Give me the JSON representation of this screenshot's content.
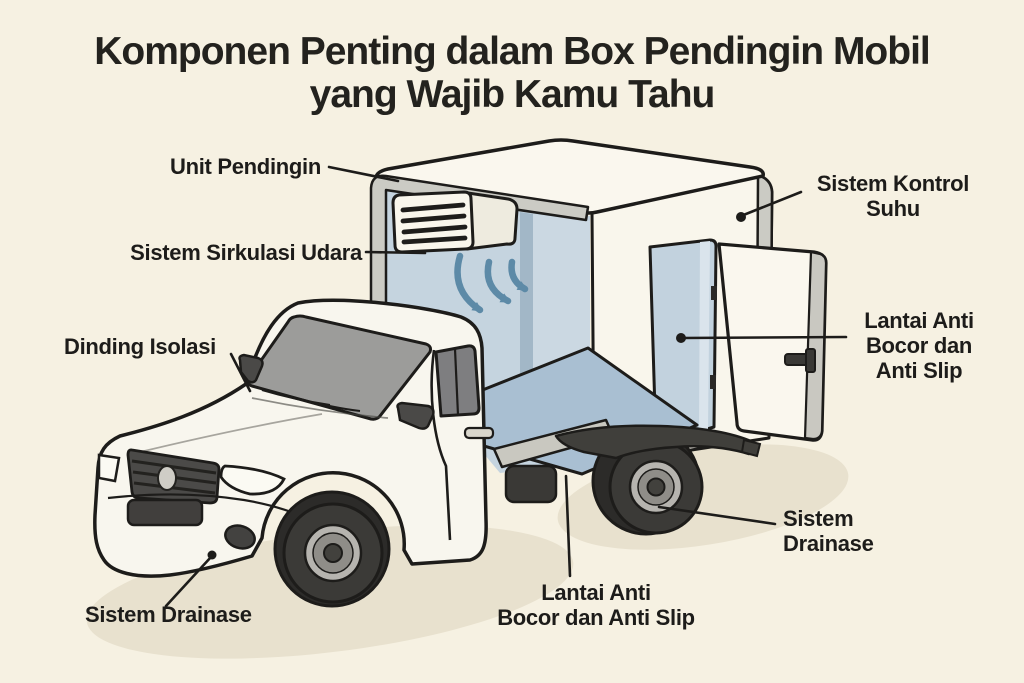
{
  "title": {
    "line1": "Komponen Penting dalam Box Pendingin Mobil",
    "line2": "yang Wajib Kamu Tahu"
  },
  "labels": {
    "unit_pendingin": {
      "lines": [
        "Unit Pendingin"
      ]
    },
    "sistem_sirkulasi_udara": {
      "lines": [
        "Sistem Sirkulasi Udara"
      ]
    },
    "dinding_isolasi": {
      "lines": [
        "Dinding Isolasi"
      ]
    },
    "sistem_kontrol_suhu": {
      "lines": [
        "Sistem Kontrol",
        "Suhu"
      ]
    },
    "lantai_anti_right": {
      "lines": [
        "Lantai Anti",
        "Bocor dan",
        "Anti Slip"
      ]
    },
    "sistem_drainase_right": {
      "lines": [
        "Sistem",
        "Drainase"
      ]
    },
    "lantai_anti_bottom": {
      "lines": [
        "Lantai Anti",
        "Bocor dan Anti Slip"
      ]
    },
    "sistem_drainase_bottom": {
      "lines": [
        "Sistem Drainase"
      ]
    }
  },
  "illustration": {
    "subject": "refrigerated-box-pickup-truck",
    "icons": [
      "cooling-unit-icon",
      "airflow-arrows-icon",
      "open-door-icon",
      "door-handle-icon",
      "wheel-icon",
      "leader-line-dot"
    ]
  },
  "colors": {
    "background": "#f6f1e2",
    "text": "#1d1c1a",
    "outline": "#1d1c1a",
    "body_white": "#faf7ee",
    "trim_gray": "#cbcbc4",
    "interior_wall": "#c5d4df",
    "interior_floor": "#a9bfd2",
    "airflow_blue": "#5d8aa7",
    "glass_gray": "#9c9c9a",
    "dark_parts": "#3b3a37",
    "shadow": "#e8e1ce"
  }
}
